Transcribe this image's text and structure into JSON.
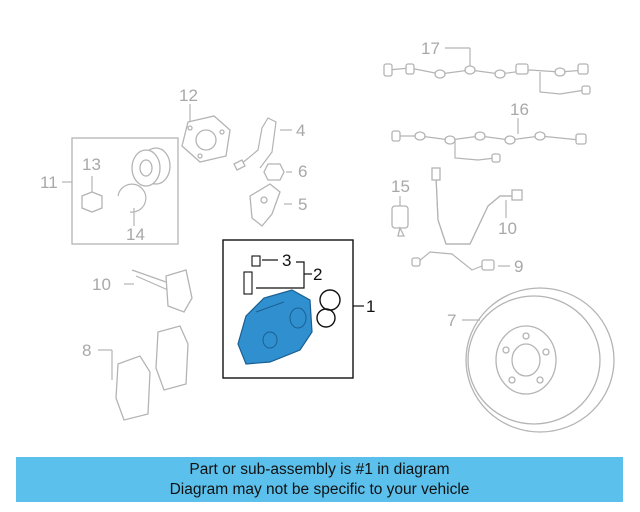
{
  "diagram": {
    "highlight_color": "#2f8fcf",
    "callouts": {
      "c1": "1",
      "c2": "2",
      "c3": "3",
      "c4": "4",
      "c5": "5",
      "c6": "6",
      "c7": "7",
      "c8": "8",
      "c9": "9",
      "c10a": "10",
      "c10b": "10",
      "c11": "11",
      "c12": "12",
      "c13": "13",
      "c14": "14",
      "c15": "15",
      "c16": "16",
      "c17": "17"
    }
  },
  "banner": {
    "line1": "Part or sub-assembly is #1 in diagram",
    "line2": "Diagram may not be specific to your vehicle"
  }
}
